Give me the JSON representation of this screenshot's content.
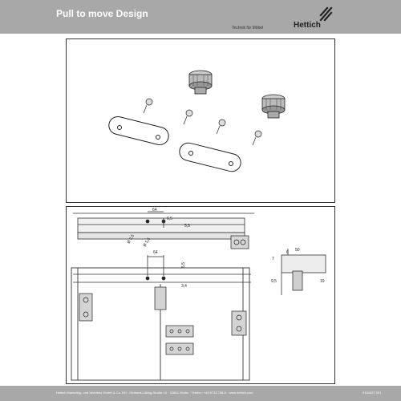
{
  "header": {
    "title": "Pull to move Design",
    "tagline": "Technik für Möbel",
    "brand": "Hettich"
  },
  "dimensions": {
    "top_width": "64",
    "top_right": "5,5",
    "top_right_alt": "6,5",
    "top_dia_left": "Ø 2,5",
    "top_dia_right": "Ø 5,5",
    "mid_width": "64",
    "mid_height": "5,5",
    "mid_offset": "3,4",
    "side_a": "7",
    "side_b": "6",
    "side_c": "50",
    "side_d": "9,5",
    "side_e": "19"
  },
  "footer": {
    "text": "Hettich Marketing- und Vertriebs GmbH & Co. KG · Gerhard-Lüking-Straße 10 · 32602 Vlotho · Telefon: +49 5733 798-0 · www.hettich.com",
    "doc_number": "9154927 001"
  }
}
